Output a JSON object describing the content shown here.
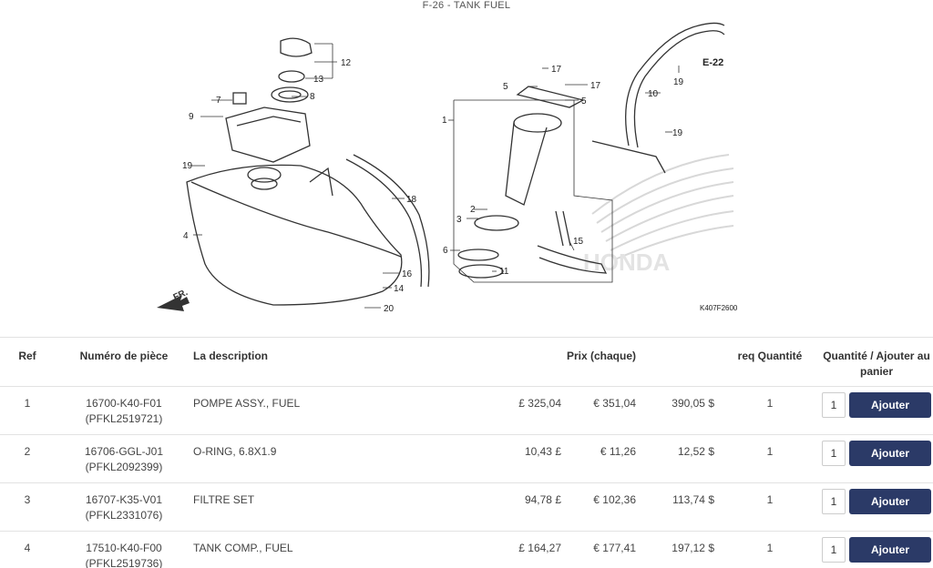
{
  "diagram": {
    "title": "F-26 - TANK FUEL",
    "ref_code": "E-22",
    "image_code": "K407F2600",
    "direction_label": "FR.",
    "brand_watermark": "HONDA",
    "callouts": [
      "1",
      "2",
      "3",
      "4",
      "5",
      "5",
      "6",
      "7",
      "8",
      "9",
      "10",
      "11",
      "12",
      "13",
      "14",
      "15",
      "16",
      "17",
      "17",
      "18",
      "19",
      "19",
      "19",
      "20"
    ]
  },
  "table": {
    "headers": {
      "ref": "Ref",
      "part_number": "Numéro de pièce",
      "description": "La description",
      "price": "Prix (chaque)",
      "req_qty": "req Quantité",
      "add": "Quantité / Ajouter au panier"
    },
    "rows": [
      {
        "ref": "1",
        "part_number": "16700-K40-F01",
        "alt_number": "(PFKL2519721)",
        "description": "POMPE ASSY., FUEL",
        "price_gbp": "£ 325,04",
        "price_eur": "€ 351,04",
        "price_usd": "390,05 $",
        "req_qty": "1",
        "qty": "1",
        "button": "Ajouter"
      },
      {
        "ref": "2",
        "part_number": "16706-GGL-J01",
        "alt_number": "(PFKL2092399)",
        "description": "O-RING, 6.8X1.9",
        "price_gbp": "10,43 £",
        "price_eur": "€ 11,26",
        "price_usd": "12,52 $",
        "req_qty": "1",
        "qty": "1",
        "button": "Ajouter"
      },
      {
        "ref": "3",
        "part_number": "16707-K35-V01",
        "alt_number": "(PFKL2331076)",
        "description": "FILTRE SET",
        "price_gbp": "94,78 £",
        "price_eur": "€ 102,36",
        "price_usd": "113,74 $",
        "req_qty": "1",
        "qty": "1",
        "button": "Ajouter"
      },
      {
        "ref": "4",
        "part_number": "17510-K40-F00",
        "alt_number": "(PFKL2519736)",
        "description": "TANK COMP., FUEL",
        "price_gbp": "£ 164,27",
        "price_eur": "€ 177,41",
        "price_usd": "197,12 $",
        "req_qty": "1",
        "qty": "1",
        "button": "Ajouter"
      }
    ]
  },
  "colors": {
    "button_bg": "#2b3a67",
    "button_text": "#ffffff",
    "border": "#e2e2e2"
  }
}
